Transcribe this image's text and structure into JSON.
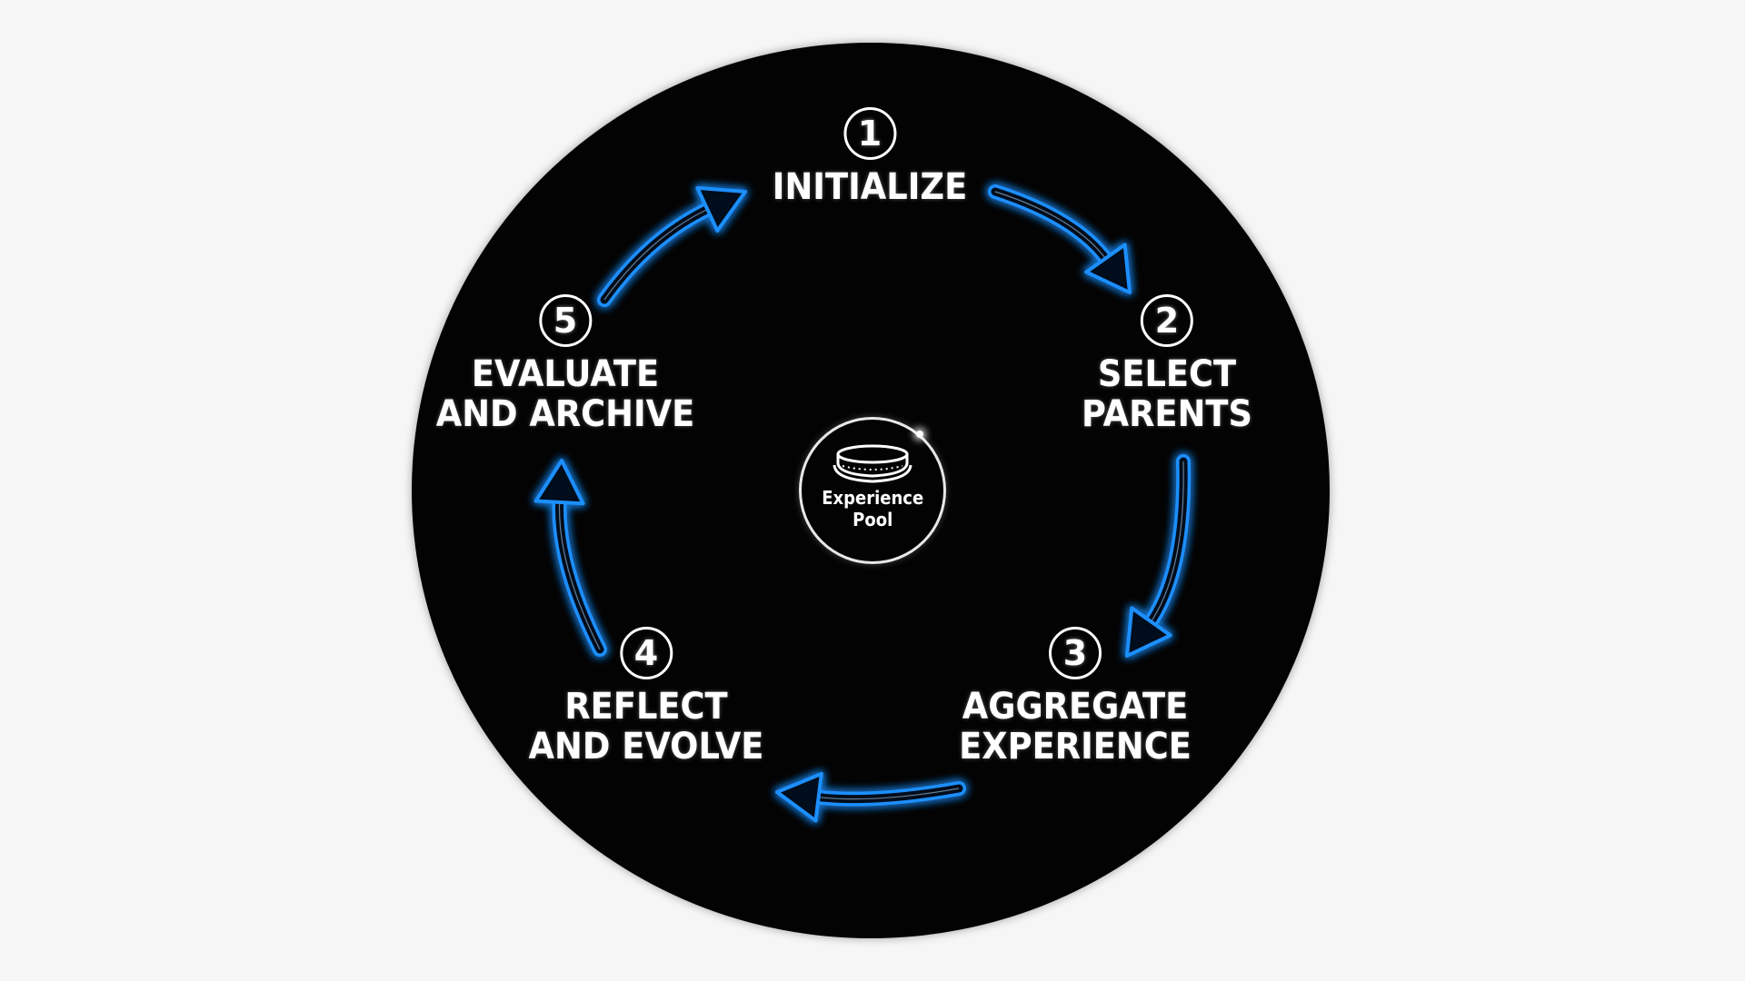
{
  "steps": [
    {
      "number": "1",
      "lines": [
        "INITIALIZE"
      ]
    },
    {
      "number": "2",
      "lines": [
        "SELECT",
        "PARENTS"
      ]
    },
    {
      "number": "3",
      "lines": [
        "AGGREGATE",
        "EXPERIENCE"
      ]
    },
    {
      "number": "4",
      "lines": [
        "REFLECT",
        "AND EVOLVE"
      ]
    },
    {
      "number": "5",
      "lines": [
        "EVALUATE",
        "AND ARCHIVE"
      ]
    }
  ],
  "center": {
    "lines": [
      "Experience",
      "Pool"
    ],
    "icon": "database-ring-icon"
  },
  "colors": {
    "background": "#f6f6f6",
    "disc": "#030303",
    "arrow_glow": "#1e8fff",
    "arrow_core": "#cfe8ff",
    "text": "#ffffff"
  }
}
